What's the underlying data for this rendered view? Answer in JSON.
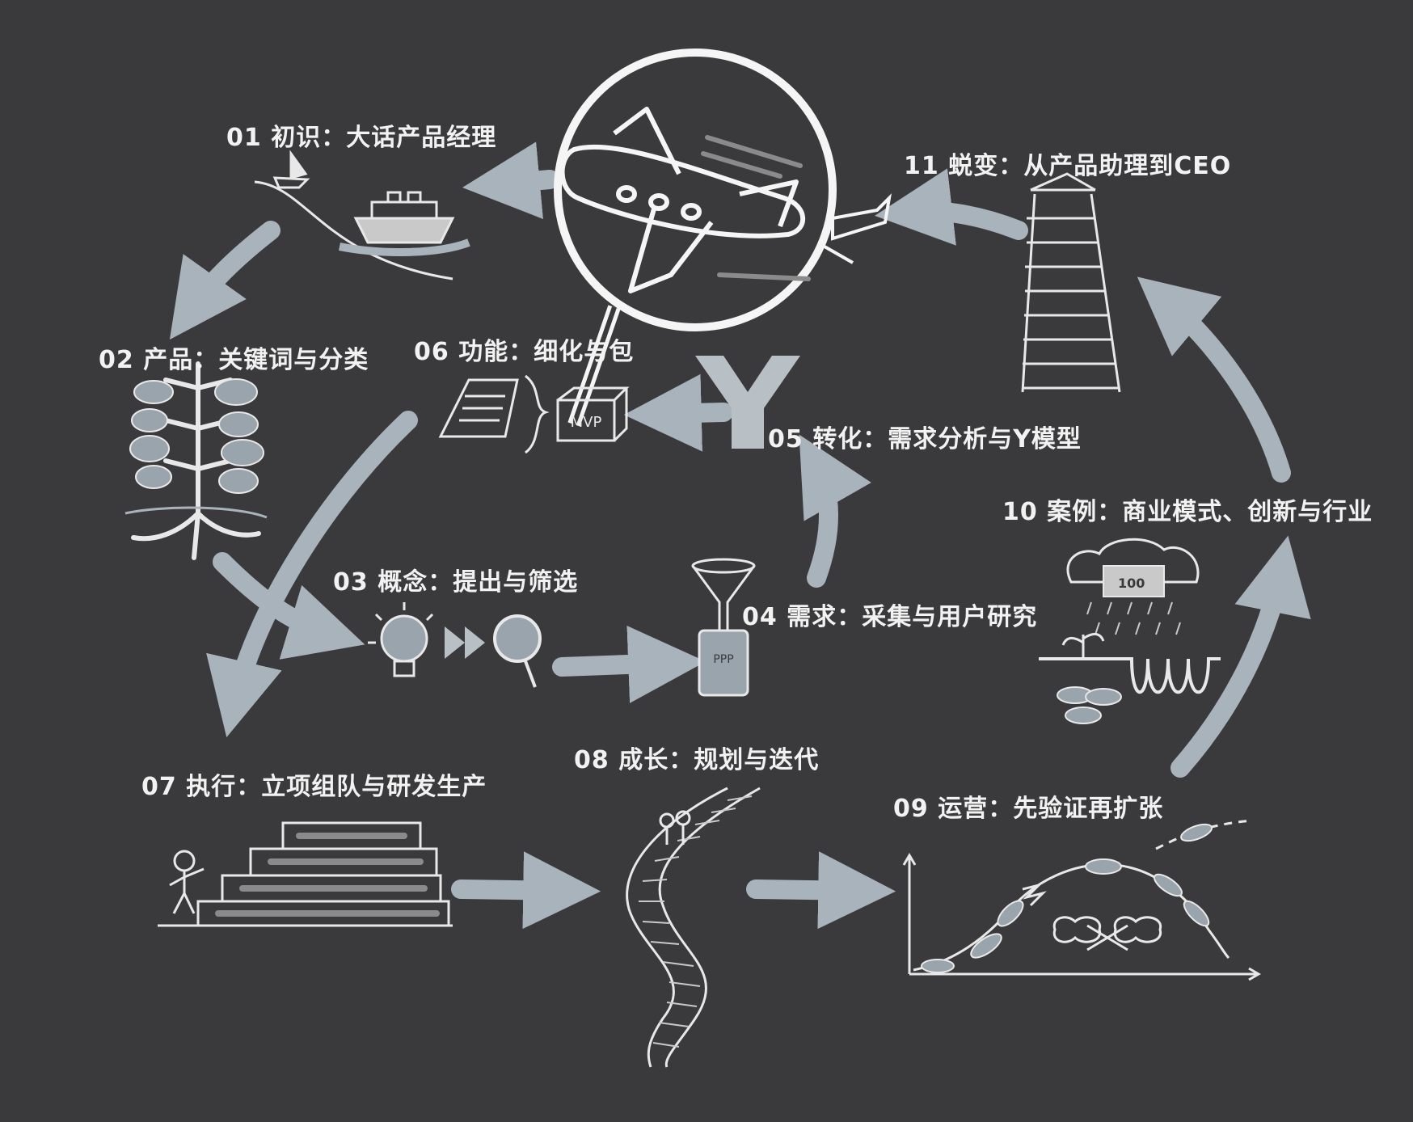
{
  "diagram": {
    "steps": [
      {
        "id": "01",
        "label": "01 初识：大话产品经理"
      },
      {
        "id": "02",
        "label": "02 产品：关键词与分类"
      },
      {
        "id": "03",
        "label": "03 概念：提出与筛选"
      },
      {
        "id": "04",
        "label": "04 需求：采集与用户研究"
      },
      {
        "id": "05",
        "label": "05 转化：需求分析与Y模型"
      },
      {
        "id": "06",
        "label": "06 功能：细化与包"
      },
      {
        "id": "07",
        "label": "07 执行：立项组队与研发生产"
      },
      {
        "id": "08",
        "label": "08 成长：规划与迭代"
      },
      {
        "id": "09",
        "label": "09 运营：先验证再扩张"
      },
      {
        "id": "10",
        "label": "10 案例：商业模式、创新与行业"
      },
      {
        "id": "11",
        "label": "11 蜕变：从产品助理到CEO"
      }
    ],
    "icon_texts": {
      "mvp": "MVP",
      "money": "100",
      "funnel": "PPP"
    }
  }
}
